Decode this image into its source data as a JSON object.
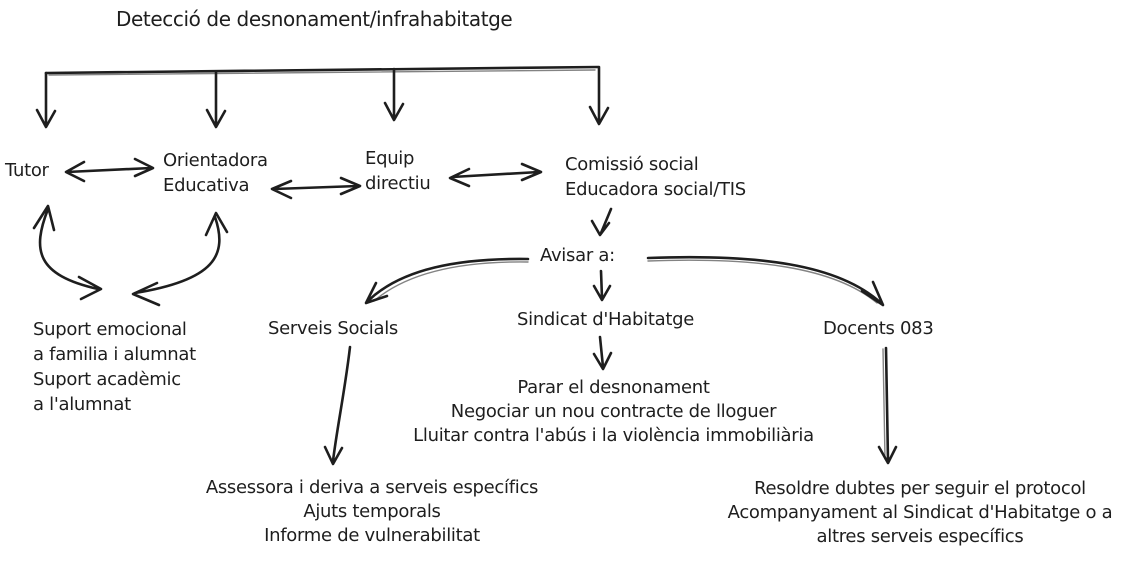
{
  "palette": {
    "ink": "#1e1e1e",
    "background": "#ffffff"
  },
  "title": "Detecció de desnonament/infrahabitatge",
  "nodes": {
    "tutor": {
      "lines": [
        "Tutor"
      ]
    },
    "orientadora": {
      "lines": [
        "Orientadora",
        "Educativa"
      ]
    },
    "equip": {
      "lines": [
        "Equip",
        "directiu"
      ]
    },
    "comissio": {
      "lines": [
        "Comissió social",
        "Educadora social/TIS"
      ]
    },
    "avisar": {
      "lines": [
        "Avisar a:"
      ]
    },
    "serveis": {
      "lines": [
        "Serveis Socials"
      ]
    },
    "sindicat": {
      "lines": [
        "Sindicat d'Habitatge"
      ]
    },
    "docents": {
      "lines": [
        "Docents 083"
      ]
    },
    "suport": {
      "lines": [
        "Suport emocional",
        "a familia i alumnat",
        "Suport acadèmic",
        "a l'alumnat"
      ]
    },
    "sindicat_actions": {
      "lines": [
        "Parar el desnonament",
        "Negociar un nou contracte de lloguer",
        "Lluitar contra l'abús i la violència immobiliària"
      ]
    },
    "serveis_actions": {
      "lines": [
        "Assessora i deriva a serveis específics",
        "Ajuts temporals",
        "Informe de vulnerabilitat"
      ]
    },
    "docents_actions": {
      "lines": [
        "Resoldre dubtes per seguir el protocol",
        "Acompanyament al Sindicat d'Habitatge o a",
        "altres serveis específics"
      ]
    }
  }
}
